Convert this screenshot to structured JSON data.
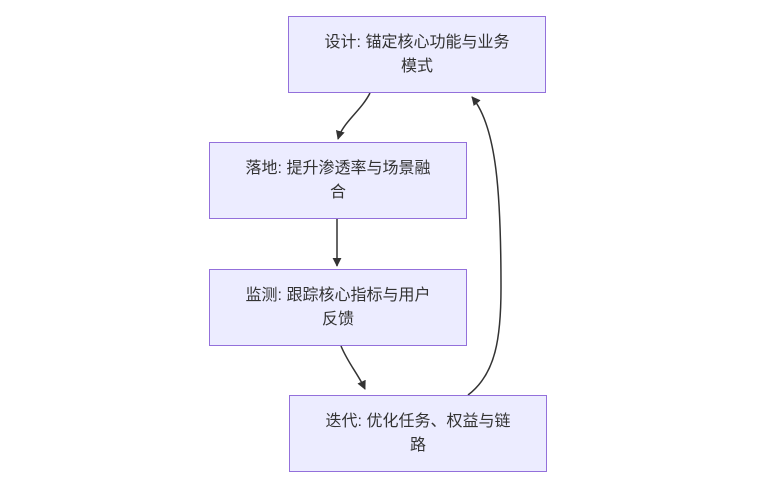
{
  "diagram": {
    "kind": "flowchart-cycle",
    "nodes": [
      {
        "id": "design",
        "label": "设计: 锚定核心功能与业务模式",
        "lines": [
          "设计: 锚定核心功能与业务",
          "模式"
        ]
      },
      {
        "id": "landing",
        "label": "落地: 提升渗透率与场景融合",
        "lines": [
          "落地: 提升渗透率与场景融",
          "合"
        ]
      },
      {
        "id": "monitor",
        "label": "监测: 跟踪核心指标与用户反馈",
        "lines": [
          "监测: 跟踪核心指标与用户",
          "反馈"
        ]
      },
      {
        "id": "iterate",
        "label": "迭代: 优化任务、权益与链路",
        "lines": [
          "迭代: 优化任务、权益与链",
          "路"
        ]
      }
    ],
    "edges": [
      {
        "from": "design",
        "to": "landing"
      },
      {
        "from": "landing",
        "to": "monitor"
      },
      {
        "from": "monitor",
        "to": "iterate"
      },
      {
        "from": "iterate",
        "to": "design"
      }
    ]
  },
  "colors": {
    "node_fill": "#ECECFF",
    "node_border": "#9370DB",
    "edge": "#333333",
    "text": "#333333",
    "background": "#FFFFFF"
  }
}
